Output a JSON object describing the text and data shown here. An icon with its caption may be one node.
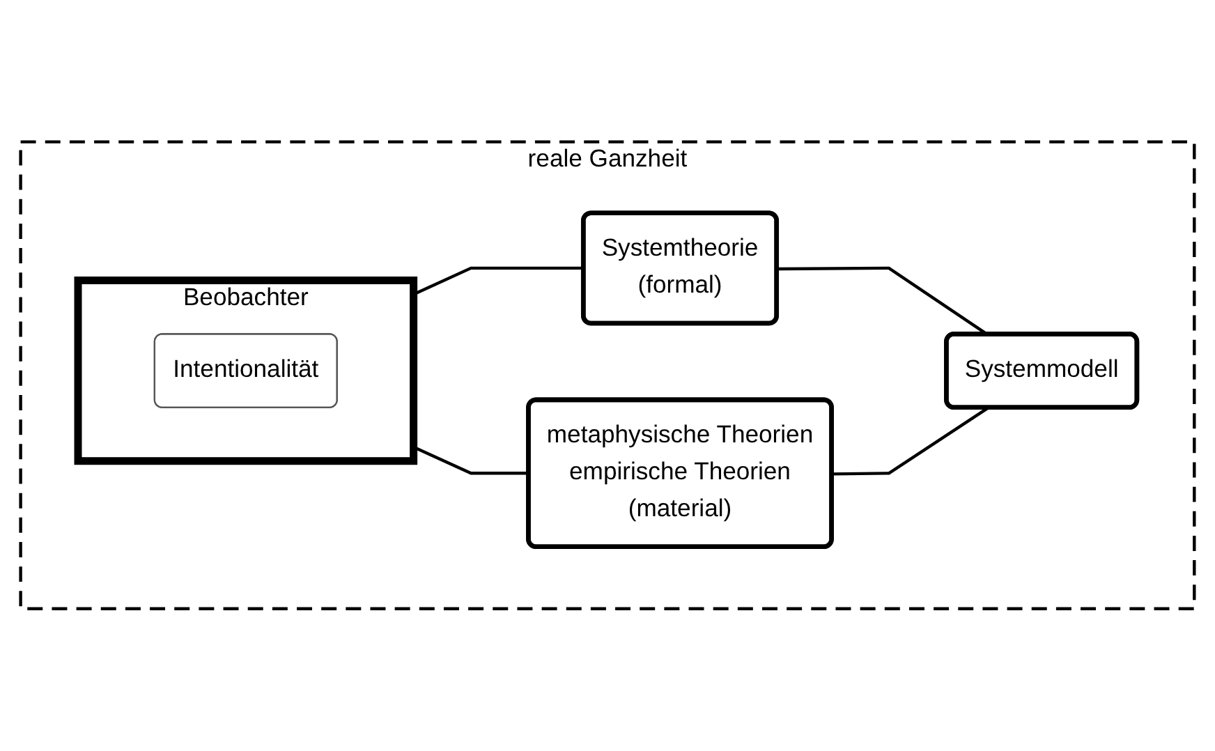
{
  "diagram": {
    "nodes": [
      {
        "text": [
          "reale Ganzheit"
        ]
      },
      {
        "text": [
          "Beobachter"
        ],
        "in": 0
      },
      {
        "text": [
          "Intentionalität"
        ],
        "in": 1
      },
      {
        "text": [
          "Systemmodell"
        ],
        "in": 0
      },
      {
        "text": [
          "Systemtheorie",
          "(formal)"
        ],
        "in": 0
      },
      {
        "text": [
          "metaphysische Theorien",
          "empirische Theorien",
          "(material)"
        ],
        "in": 0
      }
    ],
    "edges": [
      {
        "from": 1,
        "to": 4,
        "arrow": "none"
      },
      {
        "from": 1,
        "to": 5,
        "arrow": "none"
      },
      {
        "from": 4,
        "to": 3,
        "arrow": "none"
      },
      {
        "from": 5,
        "to": 3,
        "arrow": "none"
      }
    ]
  }
}
